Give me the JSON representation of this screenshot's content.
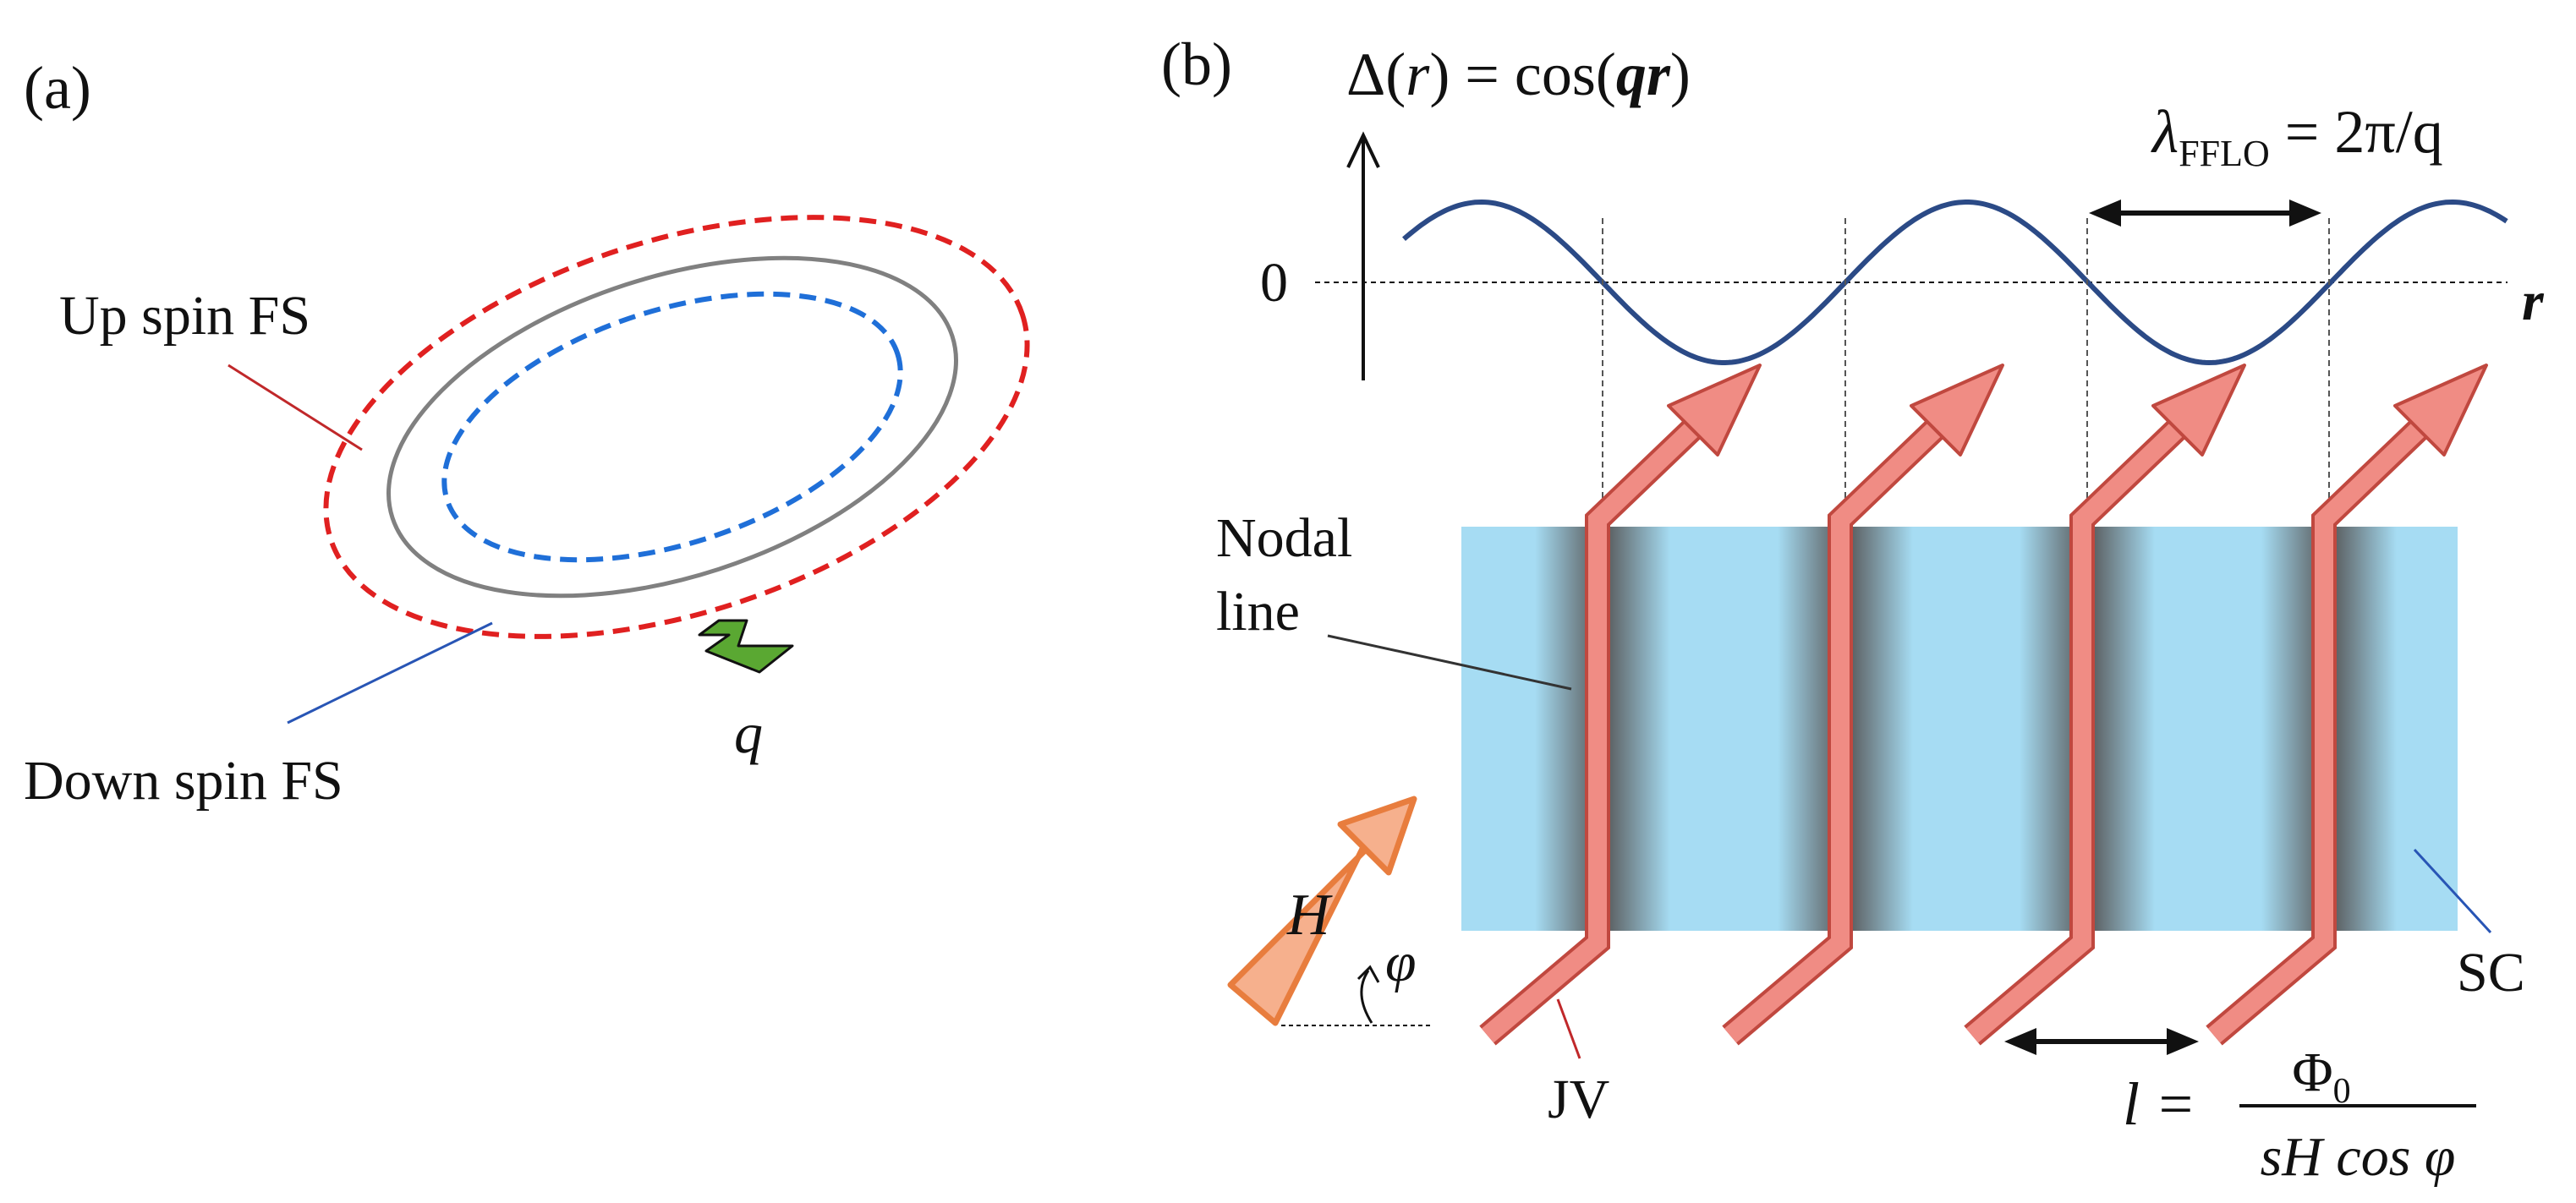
{
  "panel_a": {
    "panel_label": "(a)",
    "up_spin_label": "Up spin FS",
    "down_spin_label": "Down spin FS",
    "q_label": "q"
  },
  "panel_b": {
    "panel_label": "(b)",
    "formula_delta": "Δ(r) = cos(qr)",
    "formula_delta_parts": {
      "lhs": "Δ(",
      "r1": "r",
      "mid": ") = cos(",
      "qr": "qr",
      "end": ")"
    },
    "zero_label": "0",
    "r_axis_label": "r",
    "lambda": {
      "symbol": "λ",
      "subscript": "FFLO",
      "rhs": " = 2π/q"
    },
    "nodal_line_label": [
      "Nodal",
      "line"
    ],
    "jv_label": "JV",
    "sc_label": "SC",
    "h_label": "H",
    "phi_label": "φ",
    "l_formula": {
      "lhs": "l = ",
      "numerator": "Φ",
      "numerator_sub": "0",
      "denominator": "sH cos φ"
    }
  },
  "colors": {
    "up_spin_fs": "#e02020",
    "down_spin_fs": "#1f6fd8",
    "fermi_surface": "#808080",
    "q_arrow": "#5aa832",
    "cosine_wave": "#2b4a86",
    "sc_slab": "#a6dcf3",
    "nodal_shadow": "#5a5a5a",
    "vortex_fill": "#f08c84",
    "vortex_stroke": "#c0483f",
    "field_arrow_fill": "#f6b08d",
    "field_arrow_stroke": "#e87d3e",
    "leader_red": "#c0282a",
    "leader_blue": "#2855b5",
    "leader_dark": "#333333"
  }
}
